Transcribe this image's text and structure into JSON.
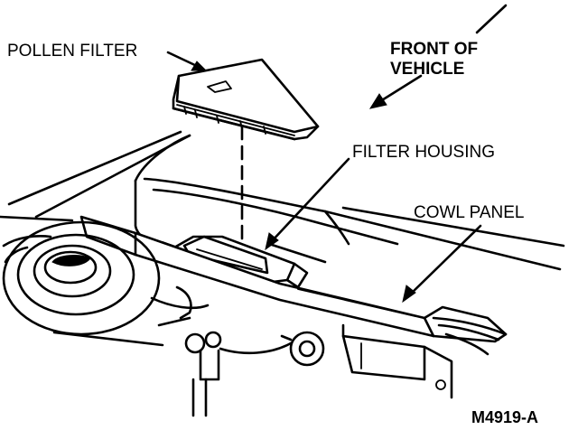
{
  "diagram": {
    "labels": {
      "pollen_filter": "POLLEN FILTER",
      "front_of_vehicle_line1": "FRONT OF",
      "front_of_vehicle_line2": "VEHICLE",
      "filter_housing": "FILTER HOUSING",
      "cowl_panel": "COWL PANEL"
    },
    "figure_code": "M4919-A"
  }
}
